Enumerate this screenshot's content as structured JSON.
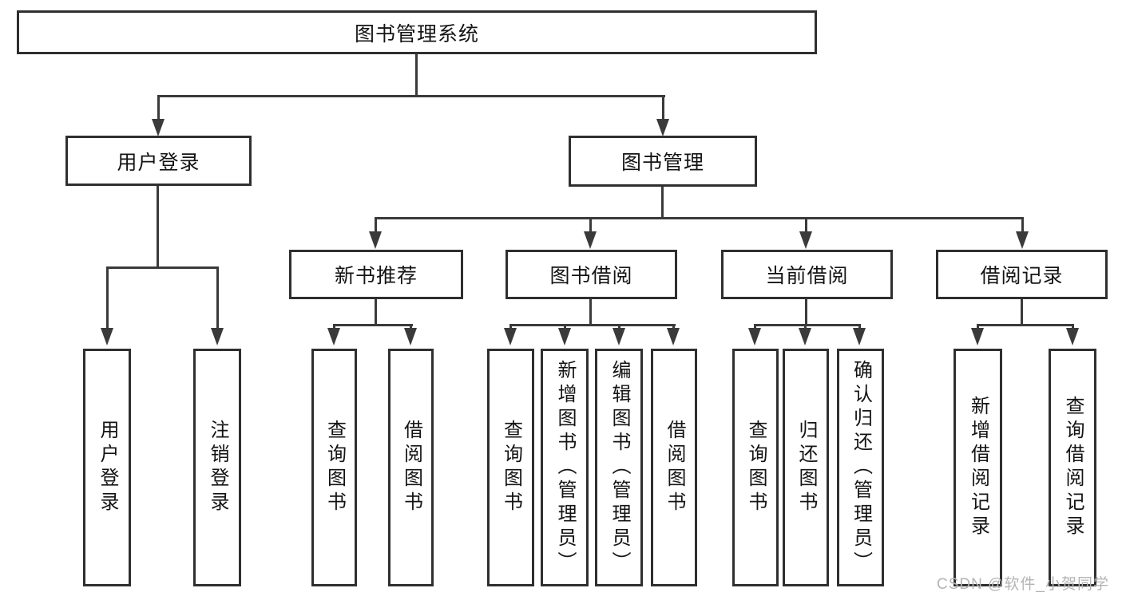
{
  "tree": {
    "root": "图书管理系统",
    "branches": [
      {
        "label": "用户登录",
        "leaves": [
          "用户登录",
          "注销登录"
        ]
      },
      {
        "label": "图书管理",
        "groups": [
          {
            "label": "新书推荐",
            "leaves": [
              "查询图书",
              "借阅图书"
            ]
          },
          {
            "label": "图书借阅",
            "leaves": [
              "查询图书",
              "新增图书（管理员）",
              "编辑图书（管理员）",
              "借阅图书"
            ]
          },
          {
            "label": "当前借阅",
            "leaves": [
              "查询图书",
              "归还图书",
              "确认归还（管理员）"
            ]
          },
          {
            "label": "借阅记录",
            "leaves": [
              "新增借阅记录",
              "查询借阅记录"
            ]
          }
        ]
      }
    ]
  },
  "watermark": "CSDN @软件_小贺同学",
  "colors": {
    "line": "#3a3a3a",
    "box_border": "#2f2f2f",
    "text": "#141414",
    "watermark": "#b5b3b3"
  }
}
